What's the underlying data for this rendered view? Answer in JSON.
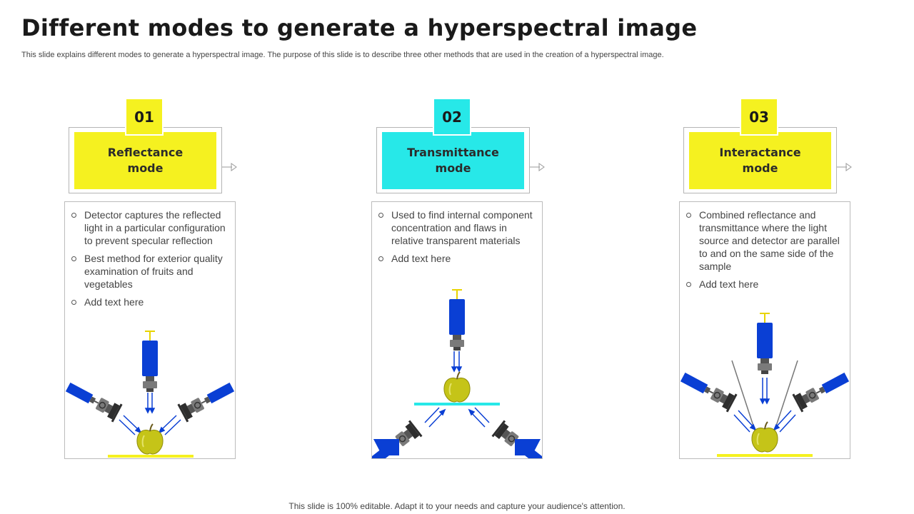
{
  "header": {
    "title": "Different modes to generate a hyperspectral image",
    "subtitle": "This slide explains different modes to generate a hyperspectral image. The purpose of this slide is to describe three other methods that are used in the creation of a hyperspectral image."
  },
  "colors": {
    "yellow": "#f5f120",
    "cyan": "#27e8e8",
    "blue": "#0a3fd4",
    "apple": "#c5c418"
  },
  "modes": [
    {
      "number": "01",
      "title_line1": "Reflectance",
      "title_line2": "mode",
      "bullets": [
        "Detector captures the reflected light in a particular configuration to prevent specular reflection",
        "Best method for exterior quality examination of fruits and vegetables",
        "Add text here"
      ]
    },
    {
      "number": "02",
      "title_line1": "Transmittance",
      "title_line2": "mode",
      "bullets": [
        "Used to find internal component concentration and flaws in relative transparent materials",
        "Add text here"
      ]
    },
    {
      "number": "03",
      "title_line1": "Interactance",
      "title_line2": "mode",
      "bullets": [
        "Combined reflectance and transmittance where the light source and detector are parallel to and on the same side of the sample",
        "Add text here"
      ]
    }
  ],
  "footer": {
    "text": "This slide is 100% editable. Adapt it to your needs and capture your audience's attention."
  },
  "icons": [
    "connector-arrow-icon",
    "detector-icon",
    "light-source-icon",
    "apple-icon",
    "light-arrow-icon"
  ]
}
